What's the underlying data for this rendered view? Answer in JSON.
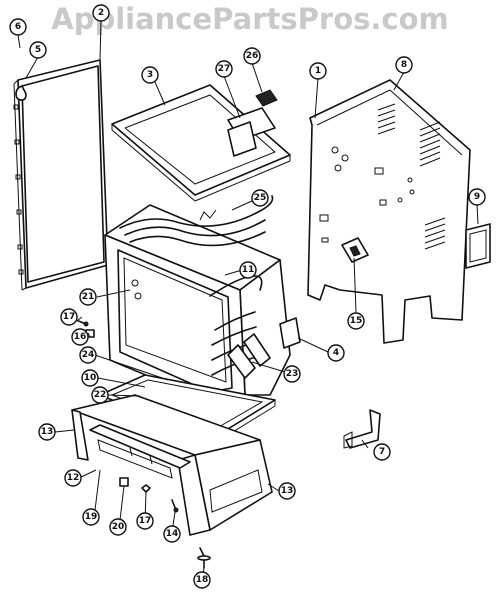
{
  "watermark": "AppliancePartsPros.com",
  "callouts": [
    {
      "id": "c6",
      "label": "6"
    },
    {
      "id": "c2",
      "label": "2"
    },
    {
      "id": "c5",
      "label": "5"
    },
    {
      "id": "c3",
      "label": "3"
    },
    {
      "id": "c27",
      "label": "27"
    },
    {
      "id": "c26",
      "label": "26"
    },
    {
      "id": "c1",
      "label": "1"
    },
    {
      "id": "c8",
      "label": "8"
    },
    {
      "id": "c9",
      "label": "9"
    },
    {
      "id": "c25",
      "label": "25"
    },
    {
      "id": "c11",
      "label": "11"
    },
    {
      "id": "c21",
      "label": "21"
    },
    {
      "id": "c17a",
      "label": "17"
    },
    {
      "id": "c16",
      "label": "16"
    },
    {
      "id": "c15",
      "label": "15"
    },
    {
      "id": "c4",
      "label": "4"
    },
    {
      "id": "c24",
      "label": "24"
    },
    {
      "id": "c23",
      "label": "23"
    },
    {
      "id": "c10",
      "label": "10"
    },
    {
      "id": "c22",
      "label": "22"
    },
    {
      "id": "c13a",
      "label": "13"
    },
    {
      "id": "c7",
      "label": "7"
    },
    {
      "id": "c12",
      "label": "12"
    },
    {
      "id": "c13b",
      "label": "13"
    },
    {
      "id": "c19",
      "label": "19"
    },
    {
      "id": "c20",
      "label": "20"
    },
    {
      "id": "c17b",
      "label": "17"
    },
    {
      "id": "c14",
      "label": "14"
    },
    {
      "id": "c18",
      "label": "18"
    }
  ]
}
